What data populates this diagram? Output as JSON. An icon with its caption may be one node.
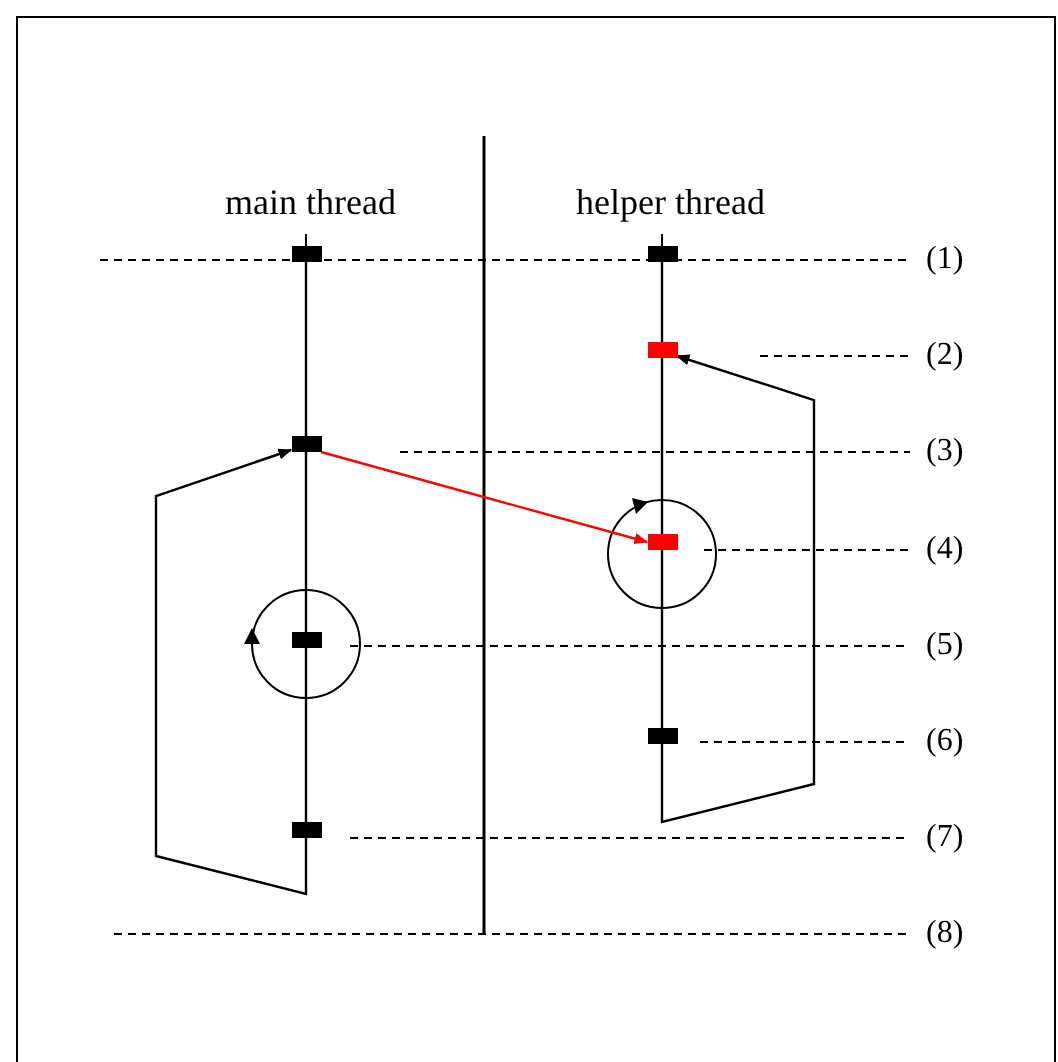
{
  "diagram": {
    "nodes": [
      {
        "text": [],
        "shape": "bar"
      },
      {
        "text": [],
        "shape": "bar"
      },
      {
        "text": [],
        "shape": "bar"
      },
      {
        "text": [],
        "shape": "bar"
      },
      {
        "text": [],
        "shape": "bar"
      },
      {
        "text": [],
        "shape": "bar"
      },
      {
        "text": [],
        "shape": "bar"
      },
      {
        "text": [],
        "shape": "bar"
      }
    ],
    "edges": [
      {
        "from": 0,
        "to": 1,
        "arrow": "none"
      },
      {
        "from": 1,
        "to": 2,
        "arrow": "none"
      },
      {
        "from": 2,
        "to": 3,
        "arrow": "none"
      },
      {
        "from": 3,
        "to": 1,
        "arrow": "to"
      },
      {
        "from": 4,
        "to": 5,
        "arrow": "none"
      },
      {
        "from": 5,
        "to": 6,
        "arrow": "none"
      },
      {
        "from": 6,
        "to": 7,
        "arrow": "none"
      },
      {
        "from": 7,
        "to": 5,
        "arrow": "to"
      },
      {
        "from": 1,
        "to": 6,
        "arrow": "to",
        "color": "#ff0000"
      }
    ],
    "labels": [
      "main thread",
      "helper thread",
      "(1)",
      "(2)",
      "(3)",
      "(4)",
      "(5)",
      "(6)",
      "(7)",
      "(8)"
    ]
  }
}
